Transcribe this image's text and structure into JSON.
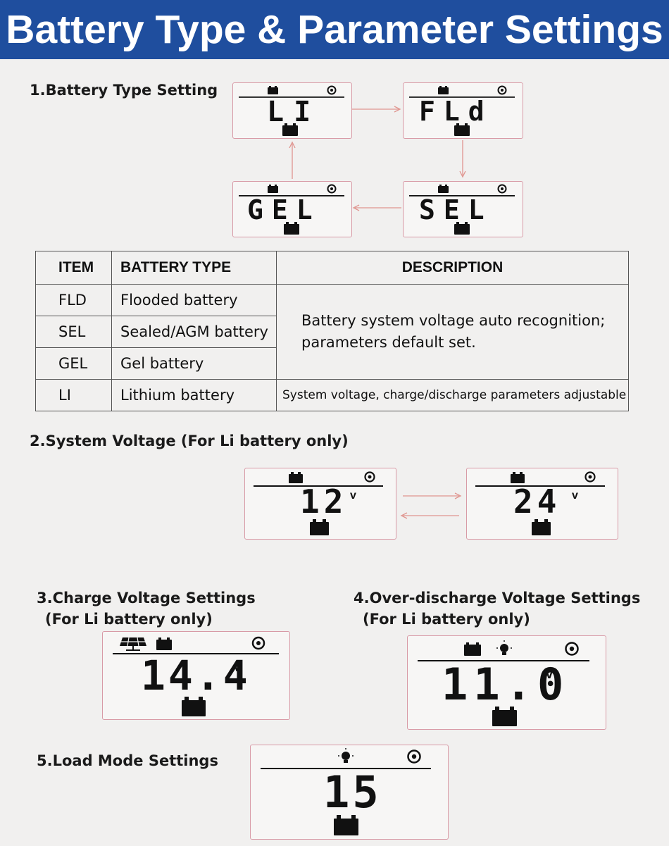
{
  "header": {
    "title": "Battery Type & Parameter Settings"
  },
  "sections": {
    "s1": "1.Battery Type Setting",
    "s2": "2.System Voltage  (For Li battery only)",
    "s3_line1": "3.Charge Voltage Settings",
    "s3_line2": "(For Li battery only)",
    "s4_line1": "4.Over-discharge Voltage Settings",
    "s4_line2": "(For Li battery only)",
    "s5": "5.Load Mode Settings"
  },
  "displays": {
    "li": "LI",
    "fld": "FLd",
    "gel": "GEL",
    "sel": "SEL",
    "v12": "12",
    "v24": "24",
    "charge": "14.4",
    "overdischarge": "11.0",
    "load": "15",
    "unit": "v"
  },
  "table": {
    "headers": [
      "ITEM",
      "BATTERY TYPE",
      "DESCRIPTION"
    ],
    "rows": [
      {
        "item": "FLD",
        "type": "Flooded battery"
      },
      {
        "item": "SEL",
        "type": "Sealed/AGM battery"
      },
      {
        "item": "GEL",
        "type": "Gel battery"
      },
      {
        "item": "LI",
        "type": "Lithium battery"
      }
    ],
    "desc_auto": "Battery system voltage auto recognition; parameters default set.",
    "desc_li": "System voltage, charge/discharge parameters adjustable"
  },
  "colors": {
    "header_bg": "#1f4e9e",
    "lcd_border": "#d89aa6",
    "arrow": "#e0958f"
  }
}
